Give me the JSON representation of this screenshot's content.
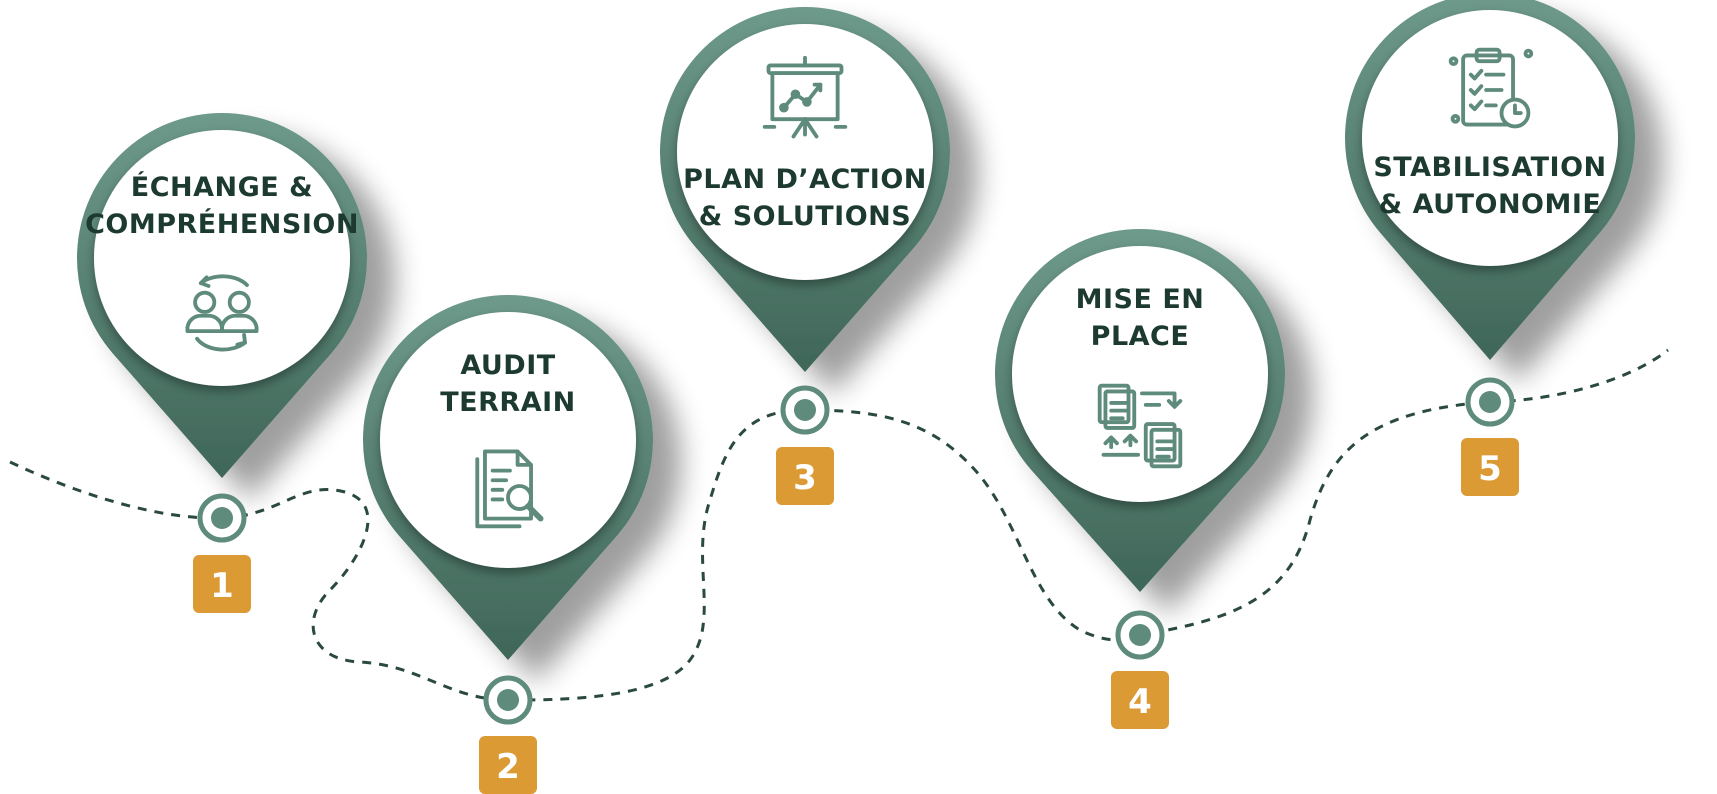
{
  "colors": {
    "pin": "#5f8b7c",
    "pin_dark": "#3d6456",
    "circle_fill": "#ffffff",
    "text": "#1d3a30",
    "icon": "#5f8b7c",
    "badge": "#dc9a35",
    "badge_text": "#ffffff",
    "path": "#2a4a3e"
  },
  "steps": [
    {
      "number": "1",
      "lines": [
        "ÉCHANGE &",
        "COMPRÉHENSION"
      ],
      "icon": "people-exchange-icon"
    },
    {
      "number": "2",
      "lines": [
        "AUDIT",
        "TERRAIN"
      ],
      "icon": "document-search-icon"
    },
    {
      "number": "3",
      "lines": [
        "PLAN D’ACTION",
        "& SOLUTIONS"
      ],
      "icon": "presentation-chart-icon"
    },
    {
      "number": "4",
      "lines": [
        "MISE EN",
        "PLACE"
      ],
      "icon": "documents-transfer-icon"
    },
    {
      "number": "5",
      "lines": [
        "STABILISATION",
        "& AUTONOMIE"
      ],
      "icon": "clipboard-checklist-icon"
    }
  ]
}
